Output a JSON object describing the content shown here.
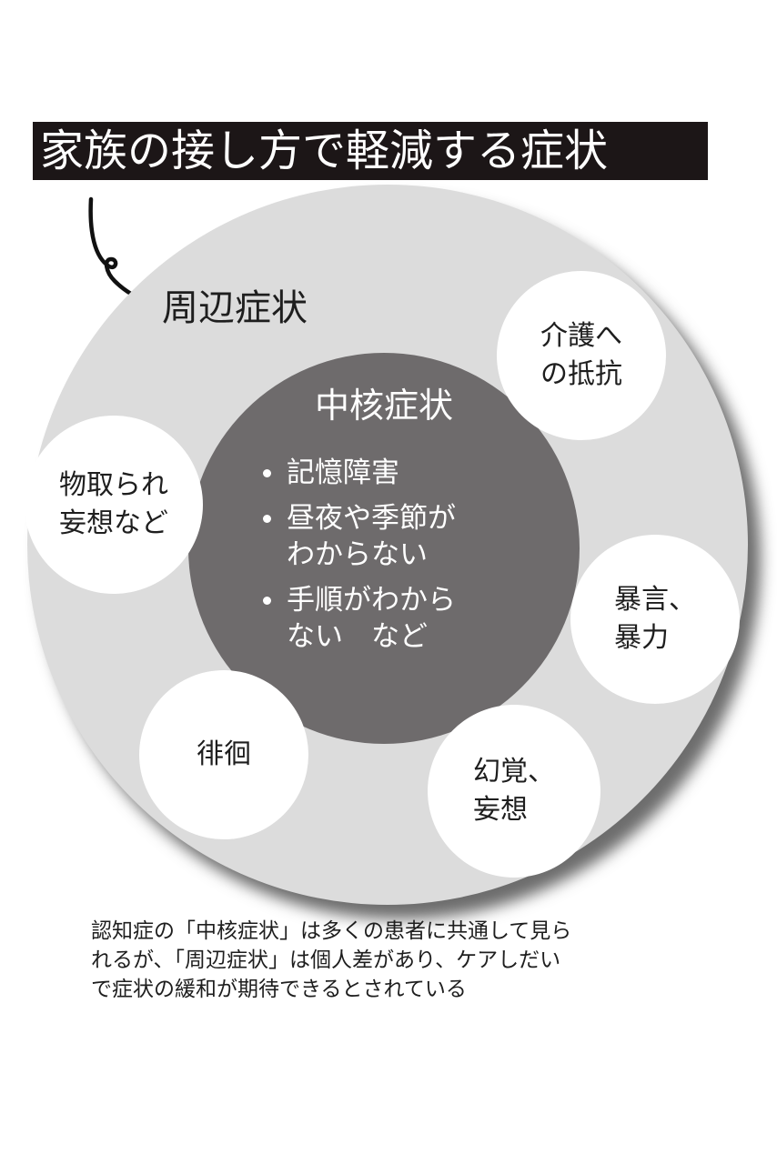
{
  "title": "家族の接し方で軽減する症状",
  "peripheral": {
    "label": "周辺症状",
    "color": "#dcdcdc",
    "symptoms": [
      {
        "id": "resistance",
        "text": "介護へ\nの抵抗"
      },
      {
        "id": "theft-delusion",
        "text": "物取られ\n妄想など"
      },
      {
        "id": "violence",
        "text": "暴言、\n暴力"
      },
      {
        "id": "wandering",
        "text": "徘徊"
      },
      {
        "id": "hallucination",
        "text": "幻覚、\n妄想"
      }
    ]
  },
  "core": {
    "label": "中核症状",
    "color": "#6e6b6c",
    "items": [
      "記憶障害",
      "昼夜や季節が\nわからない",
      "手順がわから\nない　など"
    ]
  },
  "caption": "認知症の「中核症状」は多くの患者に共通して見ら\nれるが、「周辺症状」は個人差があり、ケアしだい\nで症状の緩和が期待できるとされている",
  "colors": {
    "title_bg": "#1c1617",
    "title_text": "#ffffff",
    "bubble_bg": "#ffffff"
  }
}
